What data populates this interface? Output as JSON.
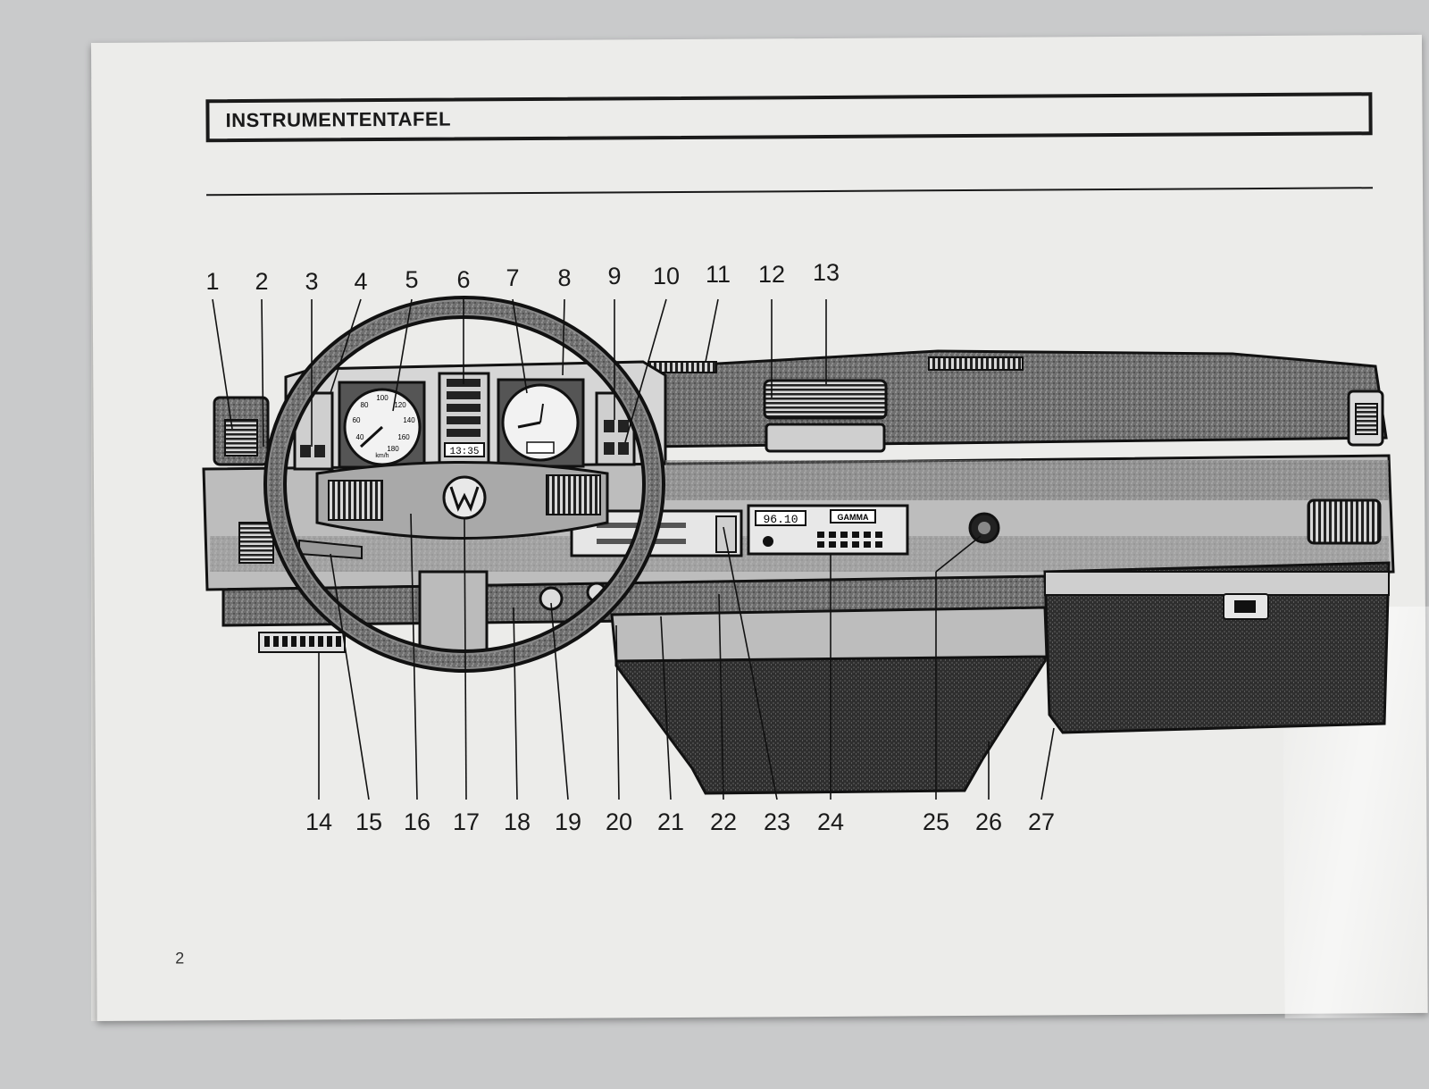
{
  "document": {
    "title": "INSTRUMENTENTAFEL",
    "page_number": "2"
  },
  "diagram": {
    "callouts_top": [
      "1",
      "2",
      "3",
      "4",
      "5",
      "6",
      "7",
      "8",
      "9",
      "10",
      "11",
      "12",
      "13"
    ],
    "callouts_bottom": [
      "14",
      "15",
      "16",
      "17",
      "18",
      "19",
      "20",
      "21",
      "22",
      "23",
      "24",
      "25",
      "26",
      "27"
    ],
    "clock_display": "13:35",
    "radio_frequency": "96.10",
    "radio_brand": "GAMMA",
    "speedo_marks": [
      "40",
      "60",
      "80",
      "100",
      "120",
      "140",
      "160",
      "180"
    ],
    "speedo_unit": "km/h"
  }
}
